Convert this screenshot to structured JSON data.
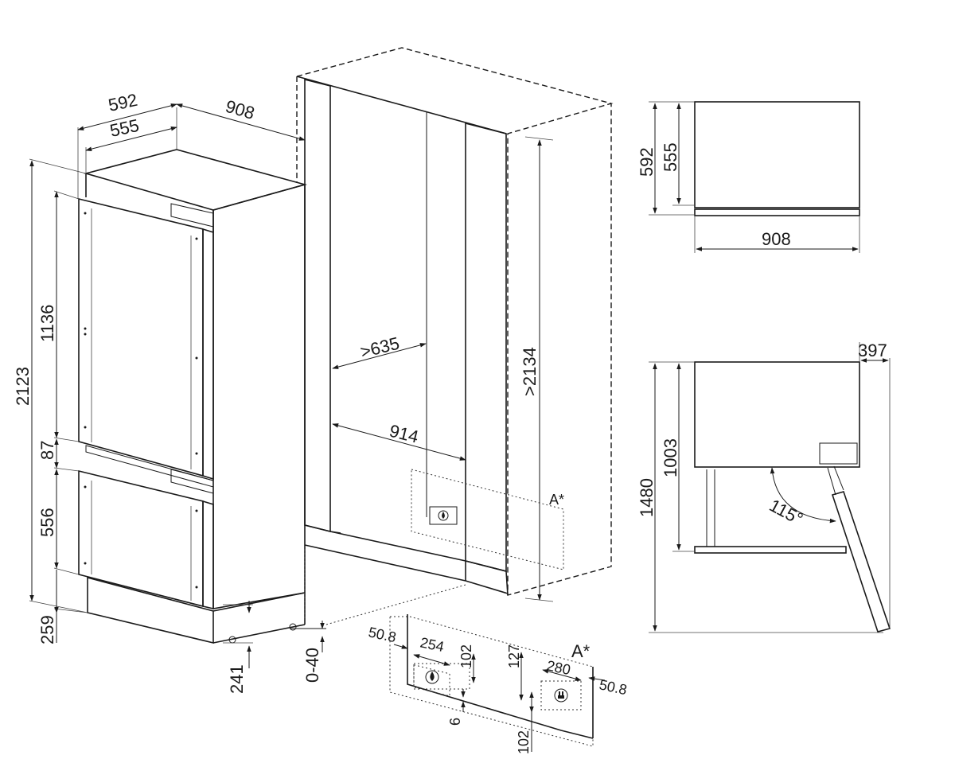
{
  "dimensions": {
    "appliance": {
      "total_depth": "592",
      "body_depth": "555",
      "width": "908",
      "total_height": "2123",
      "fridge_door_height": "1136",
      "gap_height": "87",
      "freezer_door_height": "556",
      "plinth_height": "259",
      "foot_height": "241",
      "foot_adjust": "0-40"
    },
    "niche": {
      "min_depth": ">635",
      "width": "914",
      "min_height": ">2134",
      "service_area_label": "A*"
    },
    "top_view": {
      "total_depth": "592",
      "body_depth": "555",
      "width": "908"
    },
    "side_view": {
      "door_clearance": "397",
      "total_height": "1480",
      "body_height": "1003",
      "opening_angle": "115°"
    },
    "service_detail": {
      "title": "A*",
      "left_offset": "50.8",
      "water_width": "254",
      "water_height": "102",
      "bottom_gap": "6",
      "socket_height_top": "127",
      "socket_width": "280",
      "right_offset": "50.8",
      "socket_bottom": "102"
    }
  },
  "icons": {
    "water": "water-drop-icon",
    "power": "power-plug-icon"
  }
}
